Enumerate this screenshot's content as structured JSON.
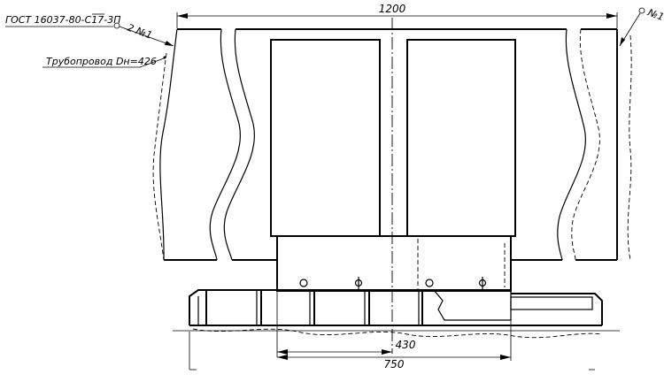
{
  "dimensions": {
    "overall_width": "1200",
    "center_offset": "430",
    "base_length": "750"
  },
  "callouts": {
    "standard": "ГОСТ 16037-80-С17-3П",
    "weld_ref": "2 №1",
    "pipeline": "Трубопровод Dн=426",
    "weld_mark": "№1"
  }
}
